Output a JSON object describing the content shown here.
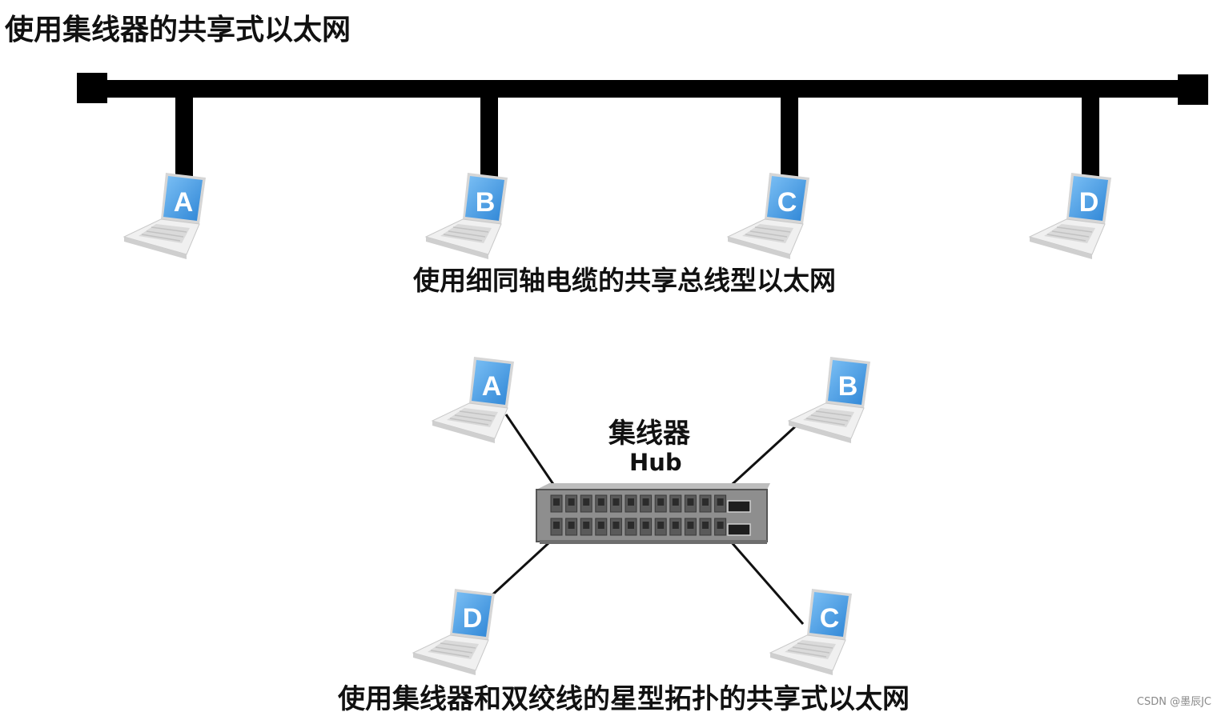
{
  "title": "使用集线器的共享式以太网",
  "bus_section": {
    "caption": "使用细同轴电缆的共享总线型以太网",
    "nodes": [
      "A",
      "B",
      "C",
      "D"
    ]
  },
  "star_section": {
    "hub_label": "集线器",
    "hub_sublabel": "Hub",
    "caption": "使用集线器和双绞线的星型拓扑的共享式以太网",
    "nodes": [
      "A",
      "B",
      "D",
      "C"
    ]
  },
  "watermark": "CSDN @墨辰JC",
  "colors": {
    "cable": "#000000",
    "screen": "#3f95e0",
    "screen_light": "#6db7f2",
    "laptop_body": "#e9e9e9",
    "hub_body": "#8c8c8c"
  }
}
